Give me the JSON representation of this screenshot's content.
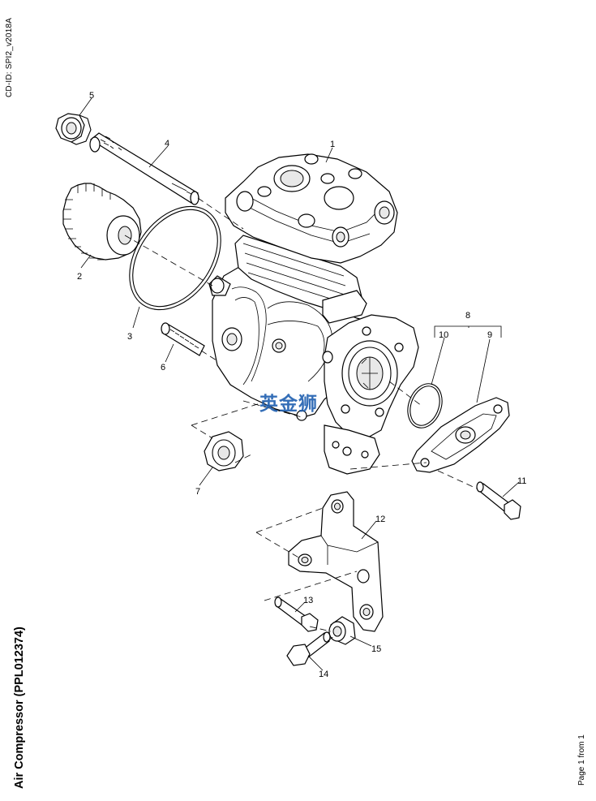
{
  "document": {
    "cd_id": "CD-ID: SPI2_v2018A",
    "title": "Air Compressor (PPL012374)",
    "page": "Page 1 from 1",
    "watermark": "英金狮"
  },
  "callouts": [
    {
      "id": "1",
      "label": "1"
    },
    {
      "id": "2",
      "label": "2"
    },
    {
      "id": "3",
      "label": "3"
    },
    {
      "id": "4",
      "label": "4"
    },
    {
      "id": "5",
      "label": "5"
    },
    {
      "id": "6",
      "label": "6"
    },
    {
      "id": "7",
      "label": "7"
    },
    {
      "id": "8",
      "label": "8"
    },
    {
      "id": "9",
      "label": "9"
    },
    {
      "id": "10",
      "label": "10"
    },
    {
      "id": "11",
      "label": "11"
    },
    {
      "id": "12",
      "label": "12"
    },
    {
      "id": "13",
      "label": "13"
    },
    {
      "id": "14",
      "label": "14"
    },
    {
      "id": "15",
      "label": "15"
    }
  ]
}
